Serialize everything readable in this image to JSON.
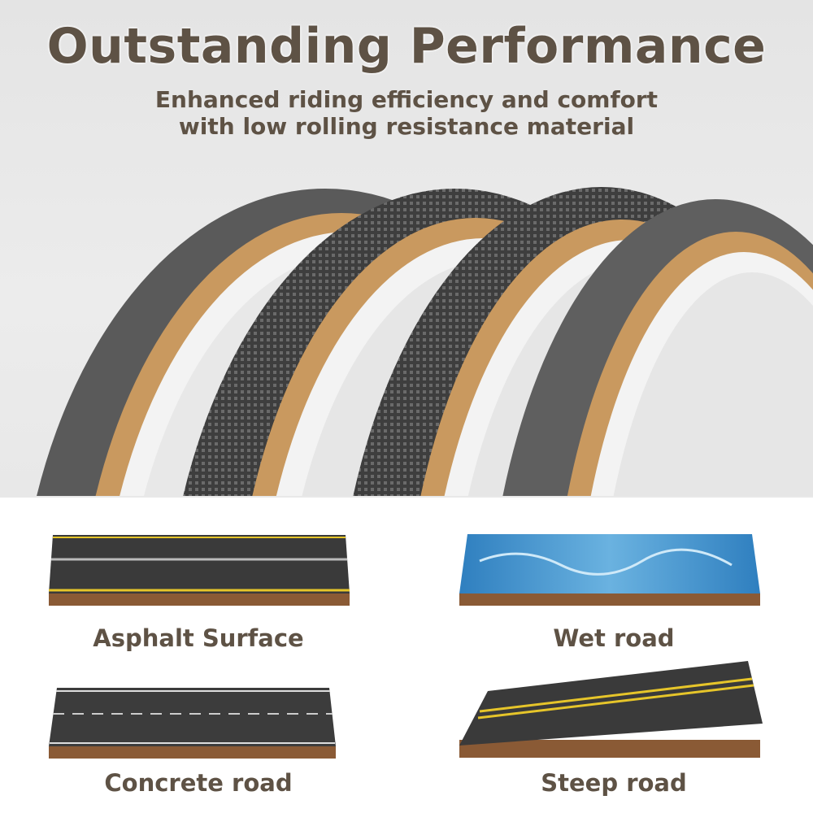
{
  "header": {
    "title": "Outstanding Performance",
    "subtitle_line1": "Enhanced riding efficiency and comfort",
    "subtitle_line2": "with low rolling resistance material"
  },
  "surfaces": [
    {
      "label": "Asphalt Surface",
      "icon": "asphalt-slab"
    },
    {
      "label": "Wet road",
      "icon": "wet-road-slab"
    },
    {
      "label": "Concrete road",
      "icon": "concrete-slab"
    },
    {
      "label": "Steep road",
      "icon": "steep-road-slab"
    }
  ],
  "colors": {
    "text": "#5e5245",
    "tread": "#4a4a4a",
    "sidewall": "#c9995f",
    "cork": "#8a5a35",
    "water": "#3f8fc9",
    "line": "#e6c52a"
  }
}
